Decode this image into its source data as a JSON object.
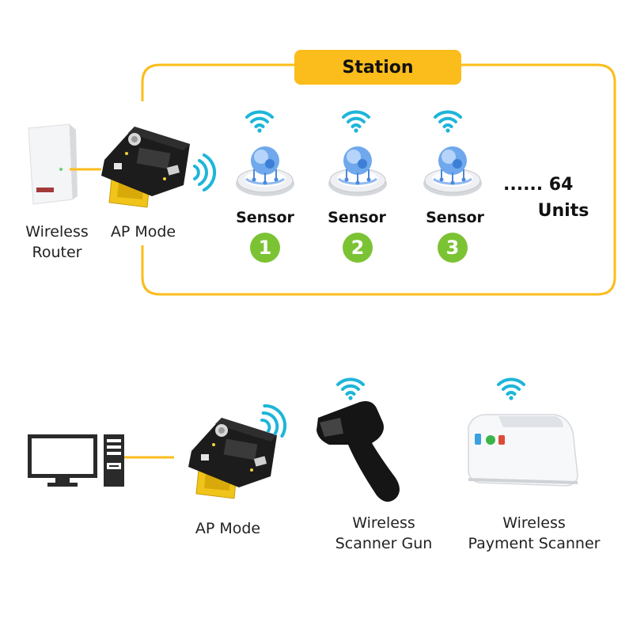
{
  "station": {
    "title": "Station"
  },
  "top_row": {
    "router_label": "Wireless Router",
    "router_label_line1": "Wireless",
    "router_label_line2": "Router",
    "module_label": "AP Mode",
    "sensors": [
      {
        "label": "Sensor",
        "number": "1"
      },
      {
        "label": "Sensor",
        "number": "2"
      },
      {
        "label": "Sensor",
        "number": "3"
      }
    ],
    "more_line1": "...... 64",
    "more_line2": "Units"
  },
  "bottom_row": {
    "module_label": "AP Mode",
    "scanner_gun_line1": "Wireless",
    "scanner_gun_line2": "Scanner Gun",
    "payment_line1": "Wireless",
    "payment_line2": "Payment Scanner"
  },
  "colors": {
    "accent": "#fbbd1b",
    "wifi": "#1eb5d9",
    "badge": "#7cc334",
    "module_pcb": "#1c1c1c",
    "rj45": "#f0c419"
  },
  "icons": [
    "wifi-icon",
    "router-icon",
    "wifi-module-icon",
    "sensor-icon",
    "computer-icon",
    "scanner-gun-icon",
    "payment-scanner-icon"
  ]
}
